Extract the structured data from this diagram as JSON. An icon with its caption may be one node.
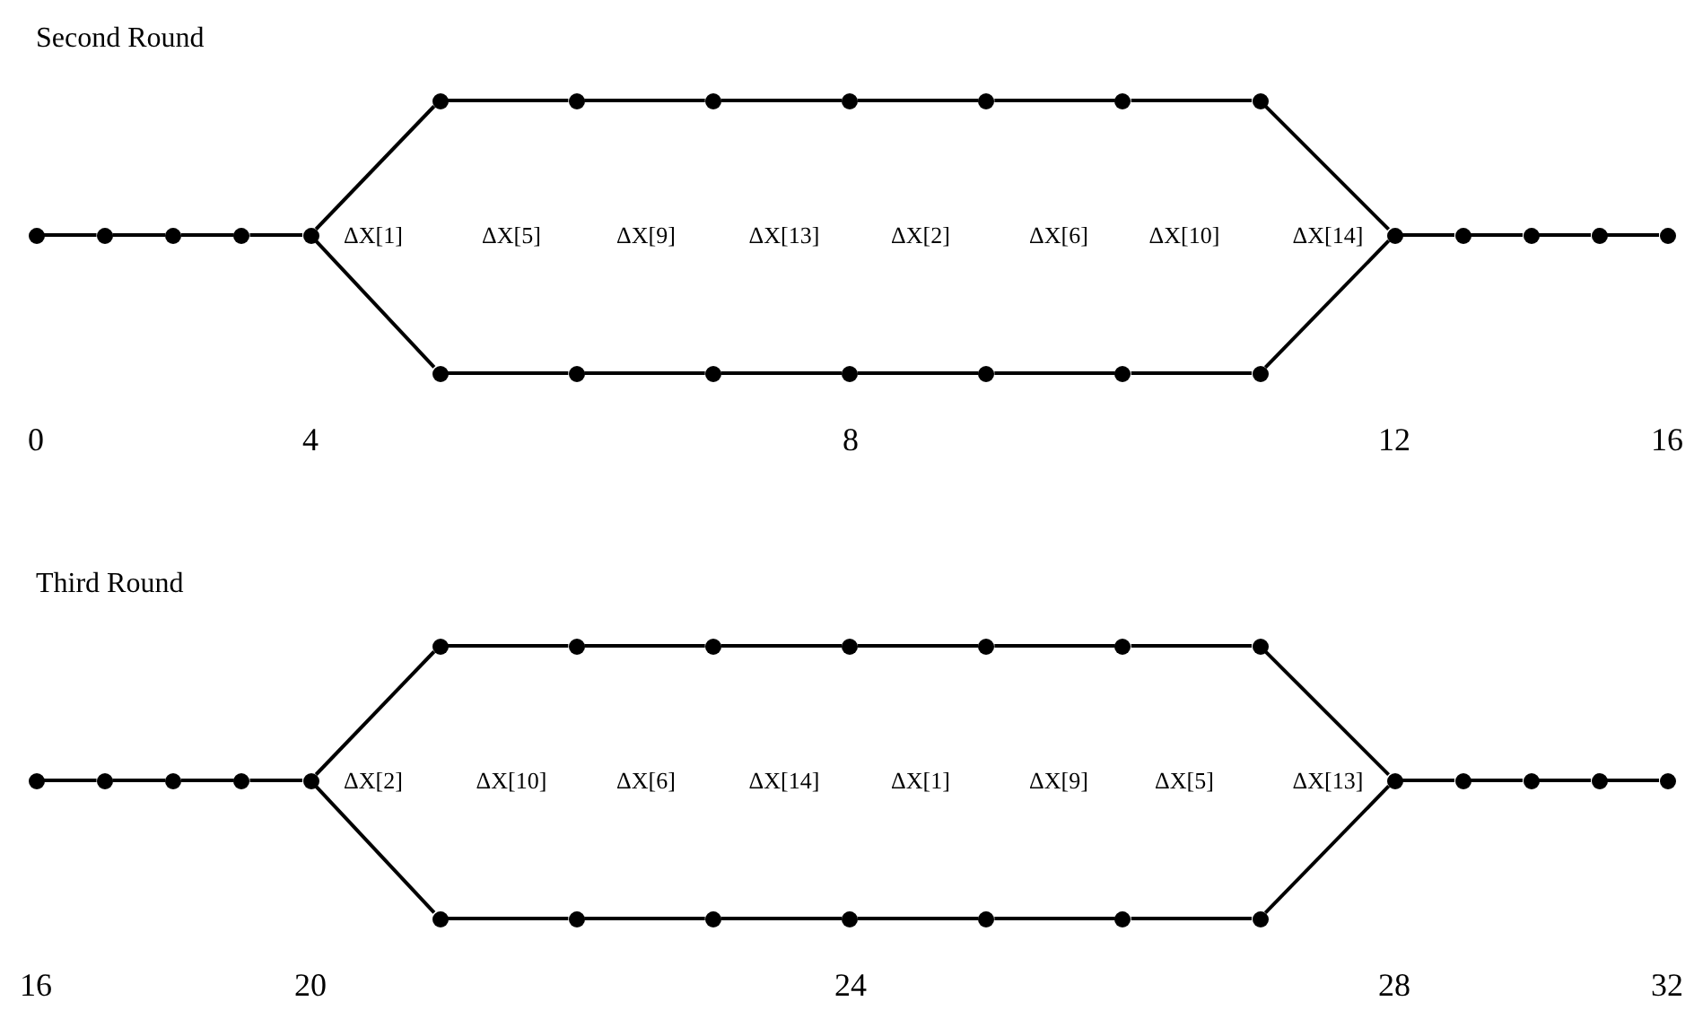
{
  "diagram": {
    "nodes": [
      {
        "text": [],
        "shape": "circle"
      },
      {
        "text": [],
        "shape": "circle"
      },
      {
        "text": [],
        "shape": "circle"
      },
      {
        "text": [],
        "shape": "circle"
      },
      {
        "text": [],
        "shape": "circle"
      },
      {
        "text": [],
        "shape": "circle"
      },
      {
        "text": [],
        "shape": "circle"
      },
      {
        "text": [],
        "shape": "circle"
      },
      {
        "text": [],
        "shape": "circle"
      },
      {
        "text": [],
        "shape": "circle"
      },
      {
        "text": [],
        "shape": "circle"
      },
      {
        "text": [],
        "shape": "circle"
      },
      {
        "text": [],
        "shape": "circle"
      },
      {
        "text": [],
        "shape": "circle"
      },
      {
        "text": [],
        "shape": "circle"
      },
      {
        "text": [],
        "shape": "circle"
      },
      {
        "text": [],
        "shape": "circle"
      },
      {
        "text": [],
        "shape": "circle"
      },
      {
        "text": [],
        "shape": "circle"
      },
      {
        "text": [],
        "shape": "circle"
      },
      {
        "text": [],
        "shape": "circle"
      },
      {
        "text": [],
        "shape": "circle"
      },
      {
        "text": [],
        "shape": "circle"
      },
      {
        "text": [],
        "shape": "circle"
      },
      {
        "text": [],
        "shape": "circle"
      },
      {
        "text": [],
        "shape": "circle"
      },
      {
        "text": [],
        "shape": "circle"
      },
      {
        "text": [],
        "shape": "circle"
      },
      {
        "text": [],
        "shape": "circle"
      },
      {
        "text": [],
        "shape": "circle"
      },
      {
        "text": [],
        "shape": "circle"
      },
      {
        "text": [],
        "shape": "circle"
      },
      {
        "text": [],
        "shape": "circle"
      },
      {
        "text": [],
        "shape": "circle"
      },
      {
        "text": [],
        "shape": "circle"
      },
      {
        "text": [],
        "shape": "circle"
      },
      {
        "text": [],
        "shape": "circle"
      },
      {
        "text": [],
        "shape": "circle"
      },
      {
        "text": [],
        "shape": "circle"
      },
      {
        "text": [],
        "shape": "circle"
      },
      {
        "text": [],
        "shape": "circle"
      },
      {
        "text": [],
        "shape": "circle"
      },
      {
        "text": [],
        "shape": "circle"
      },
      {
        "text": [],
        "shape": "circle"
      },
      {
        "text": [],
        "shape": "circle"
      },
      {
        "text": [],
        "shape": "circle"
      },
      {
        "text": [],
        "shape": "circle"
      },
      {
        "text": [],
        "shape": "circle"
      }
    ],
    "edges": [
      {
        "from": 0,
        "to": 1,
        "arrow": "none"
      },
      {
        "from": 1,
        "to": 2,
        "arrow": "none"
      },
      {
        "from": 2,
        "to": 3,
        "arrow": "none"
      },
      {
        "from": 3,
        "to": 4,
        "arrow": "none"
      },
      {
        "from": 4,
        "to": 5,
        "arrow": "none"
      },
      {
        "from": 5,
        "to": 6,
        "arrow": "none"
      },
      {
        "from": 6,
        "to": 7,
        "arrow": "none"
      },
      {
        "from": 7,
        "to": 8,
        "arrow": "none"
      },
      {
        "from": 8,
        "to": 9,
        "arrow": "none"
      },
      {
        "from": 9,
        "to": 10,
        "arrow": "none"
      },
      {
        "from": 10,
        "to": 11,
        "arrow": "none"
      },
      {
        "from": 11,
        "to": 19,
        "arrow": "none"
      },
      {
        "from": 4,
        "to": 12,
        "arrow": "none"
      },
      {
        "from": 12,
        "to": 13,
        "arrow": "none"
      },
      {
        "from": 13,
        "to": 14,
        "arrow": "none"
      },
      {
        "from": 14,
        "to": 15,
        "arrow": "none"
      },
      {
        "from": 15,
        "to": 16,
        "arrow": "none"
      },
      {
        "from": 16,
        "to": 17,
        "arrow": "none"
      },
      {
        "from": 17,
        "to": 18,
        "arrow": "none"
      },
      {
        "from": 18,
        "to": 19,
        "arrow": "none"
      },
      {
        "from": 19,
        "to": 20,
        "arrow": "none"
      },
      {
        "from": 20,
        "to": 21,
        "arrow": "none"
      },
      {
        "from": 21,
        "to": 22,
        "arrow": "none"
      },
      {
        "from": 22,
        "to": 23,
        "arrow": "none"
      },
      {
        "from": 24,
        "to": 25,
        "arrow": "none"
      },
      {
        "from": 25,
        "to": 26,
        "arrow": "none"
      },
      {
        "from": 26,
        "to": 27,
        "arrow": "none"
      },
      {
        "from": 27,
        "to": 28,
        "arrow": "none"
      },
      {
        "from": 28,
        "to": 29,
        "arrow": "none"
      },
      {
        "from": 29,
        "to": 30,
        "arrow": "none"
      },
      {
        "from": 30,
        "to": 31,
        "arrow": "none"
      },
      {
        "from": 31,
        "to": 32,
        "arrow": "none"
      },
      {
        "from": 32,
        "to": 33,
        "arrow": "none"
      },
      {
        "from": 33,
        "to": 34,
        "arrow": "none"
      },
      {
        "from": 34,
        "to": 35,
        "arrow": "none"
      },
      {
        "from": 35,
        "to": 43,
        "arrow": "none"
      },
      {
        "from": 28,
        "to": 36,
        "arrow": "none"
      },
      {
        "from": 36,
        "to": 37,
        "arrow": "none"
      },
      {
        "from": 37,
        "to": 38,
        "arrow": "none"
      },
      {
        "from": 38,
        "to": 39,
        "arrow": "none"
      },
      {
        "from": 39,
        "to": 40,
        "arrow": "none"
      },
      {
        "from": 40,
        "to": 41,
        "arrow": "none"
      },
      {
        "from": 41,
        "to": 42,
        "arrow": "none"
      },
      {
        "from": 42,
        "to": 43,
        "arrow": "none"
      },
      {
        "from": 43,
        "to": 44,
        "arrow": "none"
      },
      {
        "from": 44,
        "to": 45,
        "arrow": "none"
      },
      {
        "from": 45,
        "to": 46,
        "arrow": "none"
      },
      {
        "from": 46,
        "to": 47,
        "arrow": "none"
      }
    ],
    "labels": [
      "Second Round",
      "ΔX[1]",
      "ΔX[5]",
      "ΔX[9]",
      "ΔX[13]",
      "ΔX[2]",
      "ΔX[6]",
      "ΔX[10]",
      "ΔX[14]",
      "0",
      "4",
      "8",
      "12",
      "16",
      "Third Round",
      "ΔX[2]",
      "ΔX[10]",
      "ΔX[6]",
      "ΔX[14]",
      "ΔX[1]",
      "ΔX[9]",
      "ΔX[5]",
      "ΔX[13]",
      "16",
      "20",
      "24",
      "28",
      "32"
    ]
  }
}
